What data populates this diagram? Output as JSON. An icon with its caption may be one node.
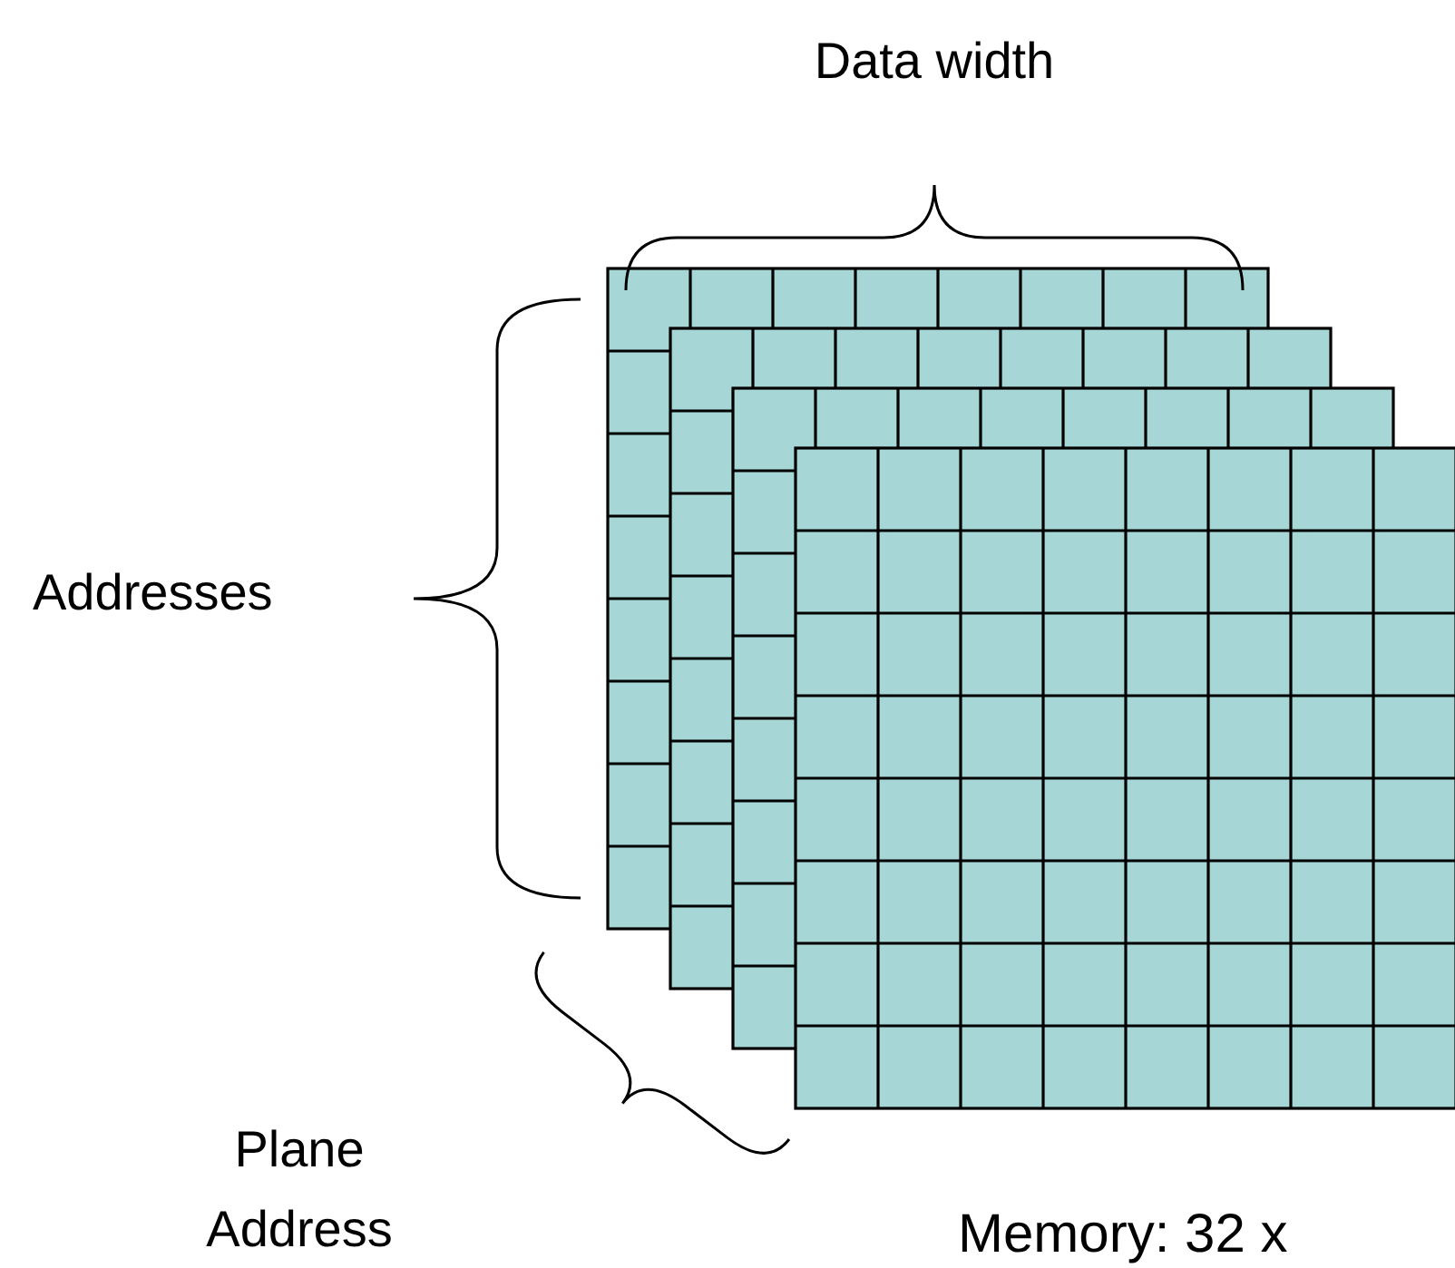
{
  "diagram": {
    "labels": [
      "Data width",
      "Addresses",
      "Plane Address",
      "Memory: 32 x"
    ]
  }
}
